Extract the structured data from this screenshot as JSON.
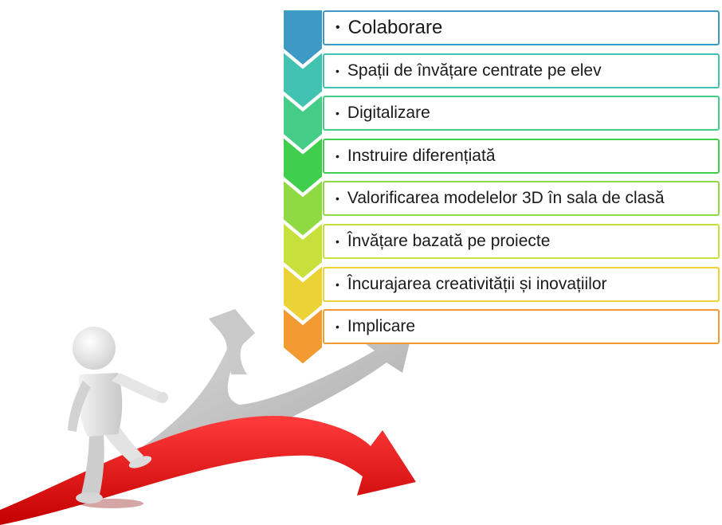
{
  "steps": [
    {
      "label": "Colaborare",
      "color": "#3d9ac4"
    },
    {
      "label": "Spații de învățare centrate pe elev",
      "color": "#42c3b2"
    },
    {
      "label": "Digitalizare",
      "color": "#45cc86"
    },
    {
      "label": "Instruire diferențiată",
      "color": "#3fcf4c"
    },
    {
      "label": "Valorificarea modelelor 3D în sala de clasă",
      "color": "#8fd943"
    },
    {
      "label": "Învățare bazată pe proiecte",
      "color": "#c7e03c"
    },
    {
      "label": "Încurajarea creativității și inovațiilor",
      "color": "#ebd235"
    },
    {
      "label": "Implicare",
      "color": "#f39a33"
    }
  ],
  "bullet_symbol": "•"
}
